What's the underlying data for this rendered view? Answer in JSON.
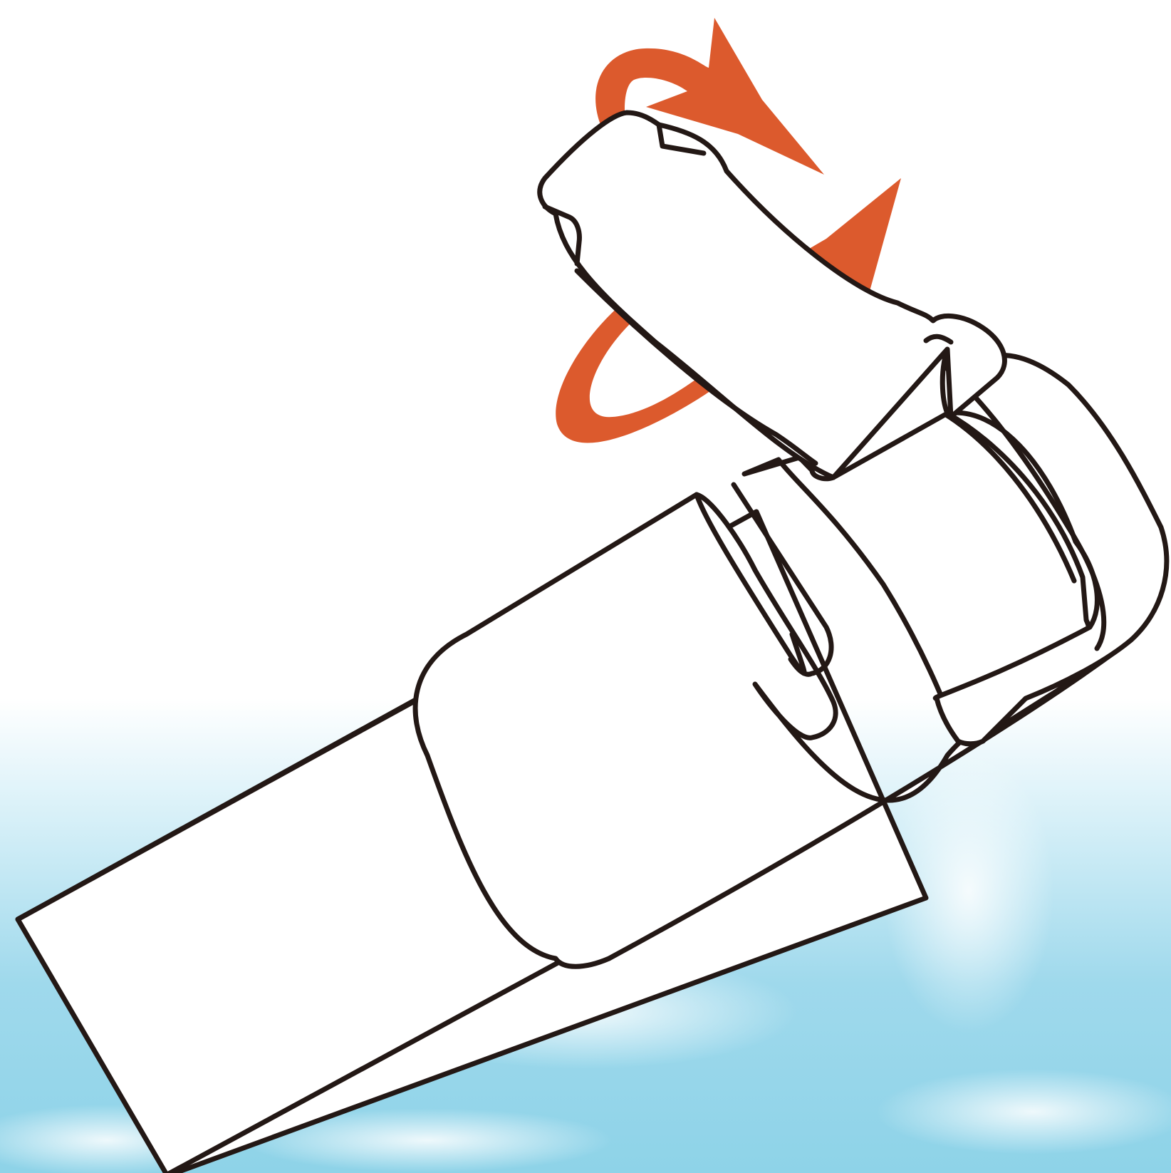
{
  "colors": {
    "outline": "#231815",
    "arrow": "#dc5a2d",
    "sky": "#8ed3e8",
    "background": "#ffffff"
  },
  "figure": {
    "subject": "lens-attachment-rotation",
    "arrows": [
      "upper-rotation-arrow",
      "lower-rotation-arrow"
    ],
    "arrow_direction": "clockwise"
  }
}
